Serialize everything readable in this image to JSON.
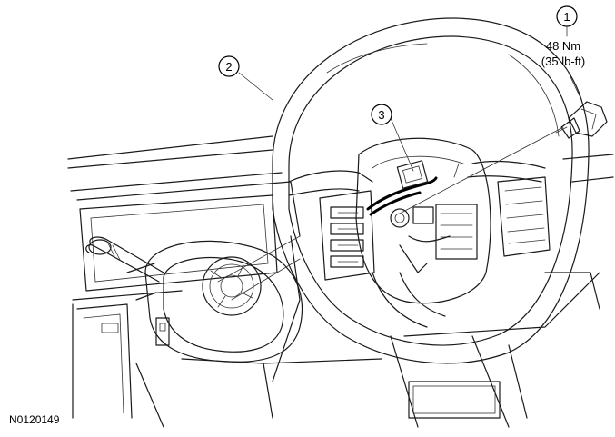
{
  "callouts": [
    {
      "id": "1",
      "label": "1"
    },
    {
      "id": "2",
      "label": "2"
    },
    {
      "id": "3",
      "label": "3"
    }
  ],
  "torque": {
    "metric": "48 Nm",
    "imperial": "(35 lb-ft)"
  },
  "figure_id": "N0120149"
}
